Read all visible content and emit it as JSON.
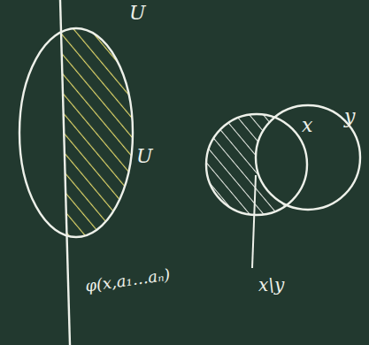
{
  "diagram": {
    "nodes": [
      {
        "text": [
          "U",
          "U"
        ]
      },
      {
        "text": [
          "x"
        ]
      },
      {
        "text": [
          "y"
        ]
      }
    ],
    "labels": [
      "φ(x,a₁…aₙ)",
      "x\\y"
    ]
  }
}
